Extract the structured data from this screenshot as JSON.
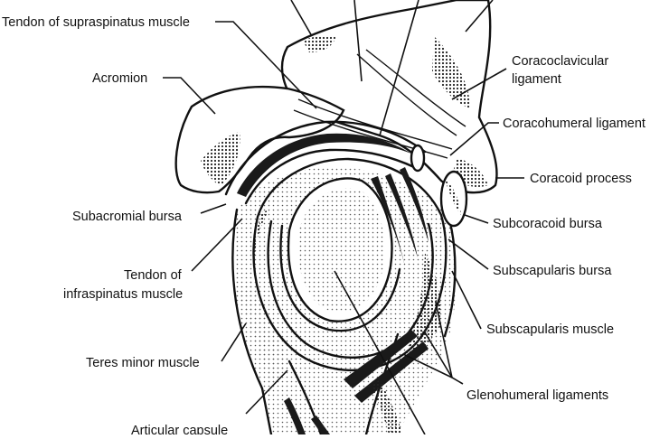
{
  "labels": {
    "supraspinatus": "Tendon of supraspinatus muscle",
    "acromion": "Acromion",
    "coracoclavicular_1": "Coracoclavicular",
    "coracoclavicular_2": "ligament",
    "coracohumeral": "Coracohumeral ligament",
    "coracoid": "Coracoid process",
    "subacromial": "Subacromial bursa",
    "subcoracoid": "Subcoracoid bursa",
    "infraspinatus_1": "Tendon of",
    "infraspinatus_2": "infraspinatus muscle",
    "subscapularis_bursa": "Subscapularis bursa",
    "subscapularis_muscle": "Subscapularis muscle",
    "teres_minor": "Teres minor muscle",
    "glenohumeral": "Glenohumeral ligaments",
    "articular_capsule": "Articular capsule"
  }
}
